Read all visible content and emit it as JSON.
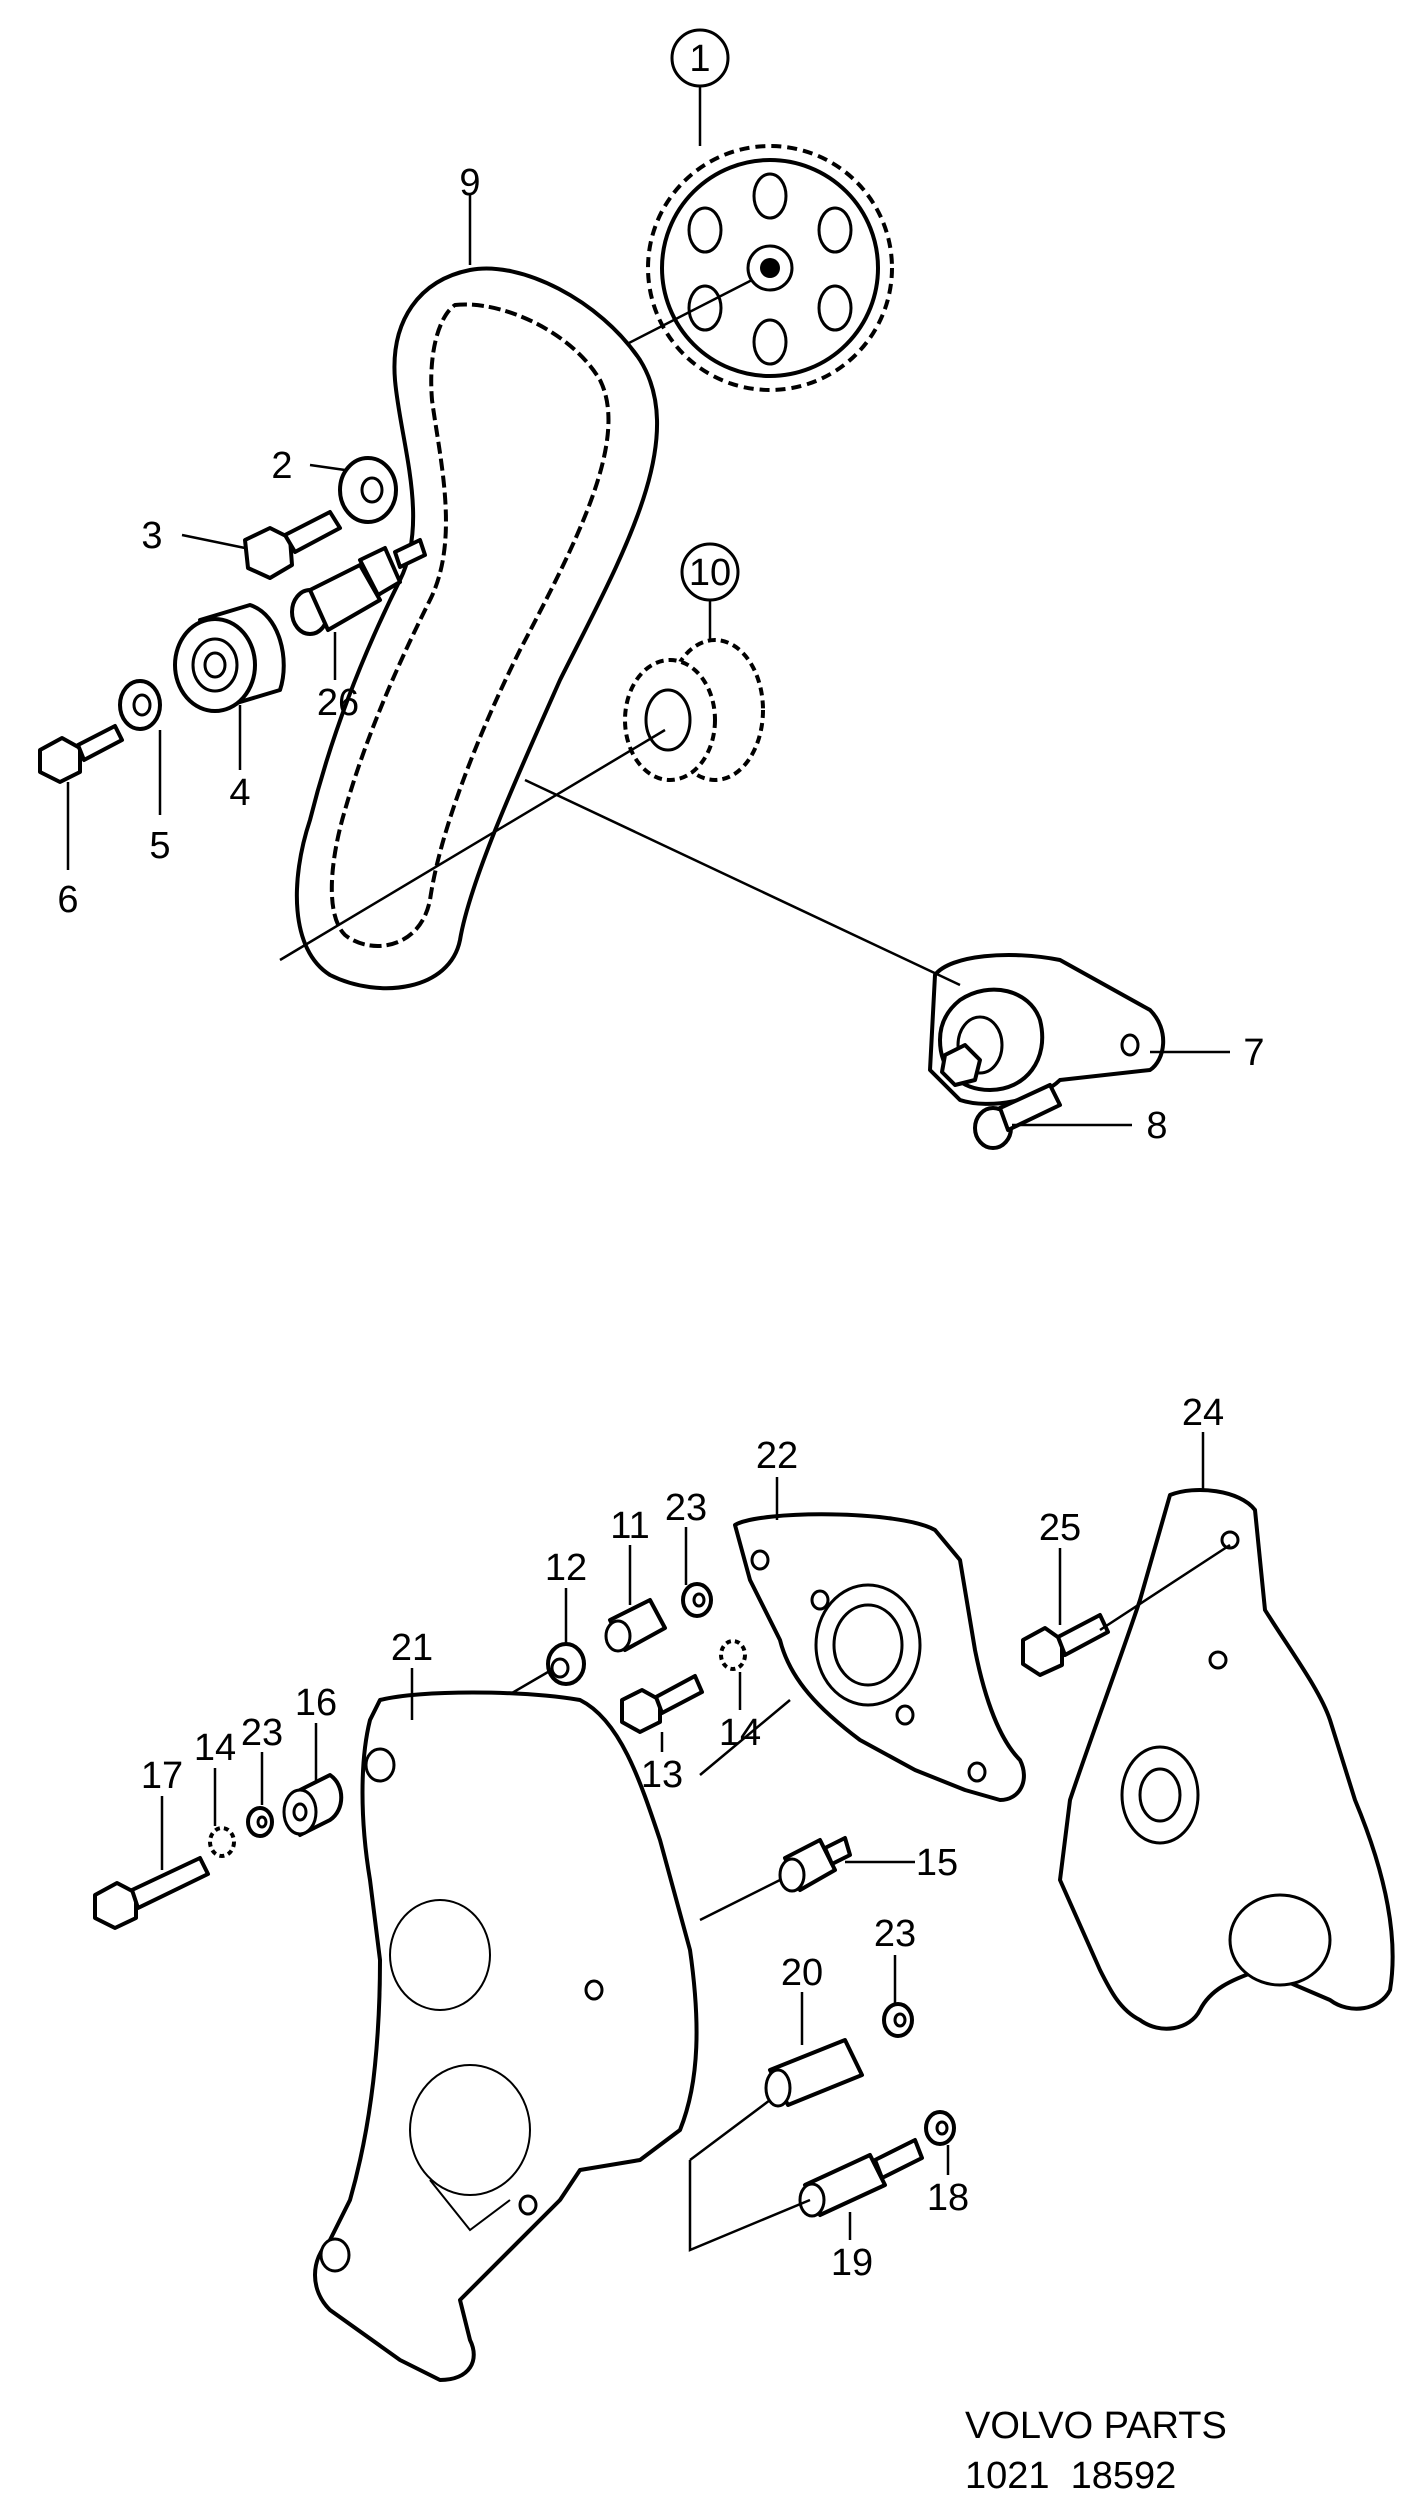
{
  "callouts": {
    "c1": "1",
    "c2": "2",
    "c3": "3",
    "c4": "4",
    "c5": "5",
    "c6": "6",
    "c7": "7",
    "c8": "8",
    "c9": "9",
    "c10": "10",
    "c26": "26",
    "c11": "11",
    "c12": "12",
    "c13": "13",
    "c14a": "14",
    "c14b": "14",
    "c15": "15",
    "c16": "16",
    "c17": "17",
    "c18": "18",
    "c19": "19",
    "c20": "20",
    "c21": "21",
    "c22": "22",
    "c23a": "23",
    "c23b": "23",
    "c23c": "23",
    "c24": "24",
    "c25": "25"
  },
  "footer": {
    "line1": "VOLVO PARTS",
    "line2": "1021  18592"
  }
}
